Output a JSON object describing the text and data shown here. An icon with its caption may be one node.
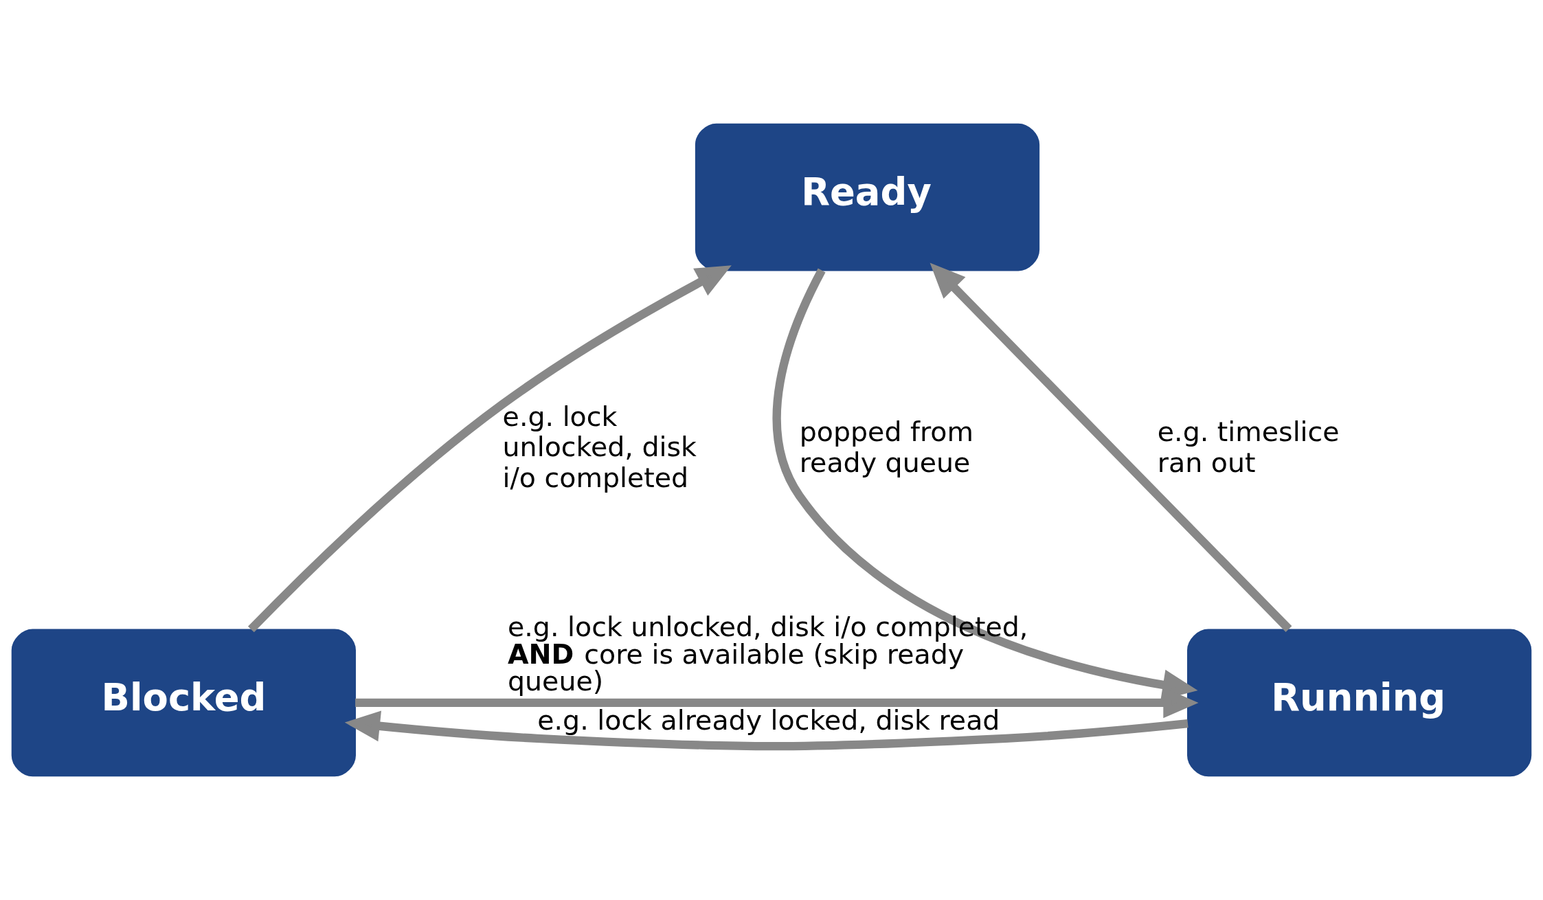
{
  "diagram": {
    "nodes": [
      {
        "text": [
          "Ready"
        ]
      },
      {
        "text": [
          "Blocked"
        ]
      },
      {
        "text": [
          "Running"
        ]
      }
    ],
    "edges": [
      {
        "from": 1,
        "to": 0,
        "arrow": "to",
        "label": "e.g. lock unlocked, disk i/o completed"
      },
      {
        "from": 0,
        "to": 2,
        "arrow": "to",
        "label": "popped from ready queue"
      },
      {
        "from": 2,
        "to": 0,
        "arrow": "to",
        "label": "e.g. timeslice ran out"
      },
      {
        "from": 2,
        "to": 1,
        "arrow": "to",
        "label": "e.g. lock already locked, disk read"
      },
      {
        "from": 1,
        "to": 2,
        "arrow": "to",
        "label": "e.g. lock unlocked, disk i/o completed, **AND** core is available (skip ready queue)"
      }
    ]
  }
}
